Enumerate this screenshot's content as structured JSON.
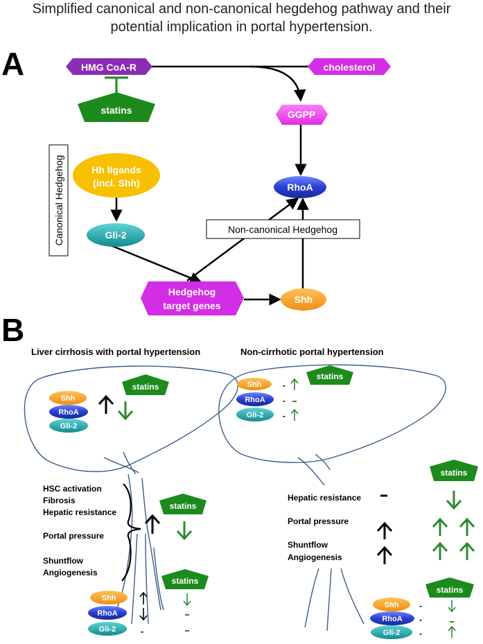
{
  "title": {
    "line1": "Simplified canonical and non-canonical hegdehog pathway and their",
    "line2": "potential implication in portal hypertension."
  },
  "colors": {
    "purple": "#8a2cb4",
    "magenta": "#d42de6",
    "pink": "#f03cef",
    "green": "#1d8a1d",
    "orange": "#f5a020",
    "gold": "#f8c000",
    "blue": "#2a3fd0",
    "teal": "#1aa4a8",
    "arrow_green": "#2c8a2c"
  },
  "panelA": {
    "label": "A",
    "hmg": "HMG CoA-R",
    "cholesterol": "cholesterol",
    "statins": "statins",
    "ggpp": "GGPP",
    "rhoa": "RhoA",
    "hh_line1": "Hh ligands",
    "hh_line2": "(incl. Shh)",
    "gli2": "Gli-2",
    "target_line1": "Hedgehog",
    "target_line2": "target genes",
    "shh": "Shh",
    "canonical": "Canonical Hedgehog",
    "noncanonical": "Non-canonical Hedgehog"
  },
  "panelB": {
    "label": "B",
    "left": {
      "heading": "Liver cirrhosis with portal hypertension",
      "statins": "statins",
      "shh": "Shh",
      "rhoa": "RhoA",
      "gli2": "Gli-2",
      "hsc": "HSC activation",
      "fibrosis": "Fibrosis",
      "resistance": "Hepatic resistance",
      "portal": "Portal pressure",
      "shunt": "Shuntflow",
      "angio": "Angiogenesis",
      "dash": "-"
    },
    "right": {
      "heading": "Non-cirrhotic portal hypertension",
      "statins": "statins",
      "shh": "Shh",
      "rhoa": "RhoA",
      "gli2": "Gli-2",
      "resistance": "Hepatic resistance",
      "portal": "Portal pressure",
      "shunt": "Shuntflow",
      "angio": "Angiogenesis",
      "dash": "-"
    }
  }
}
